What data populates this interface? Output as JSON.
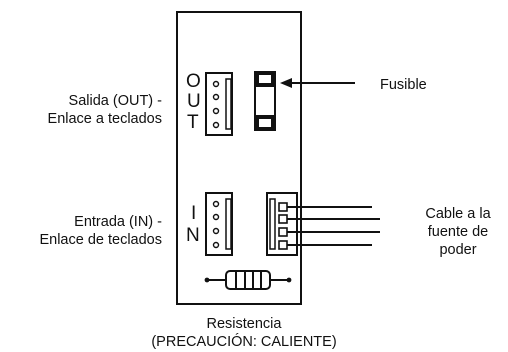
{
  "diagram": {
    "out_port": {
      "letters": [
        "O",
        "U",
        "T"
      ]
    },
    "in_port": {
      "letters": [
        "I",
        "N"
      ]
    },
    "labels": {
      "output_line1": "Salida (OUT) -",
      "output_line2": "Enlace a teclados",
      "input_line1": "Entrada (IN) -",
      "input_line2": "Enlace de teclados",
      "fuse": "Fusible",
      "cable_line1": "Cable a la",
      "cable_line2": "fuente de",
      "cable_line3": "poder",
      "resistor_line1": "Resistencia",
      "resistor_line2": "(PRECAUCIÓN: CALIENTE)"
    },
    "colors": {
      "ink": "#111111",
      "background": "#ffffff"
    }
  }
}
